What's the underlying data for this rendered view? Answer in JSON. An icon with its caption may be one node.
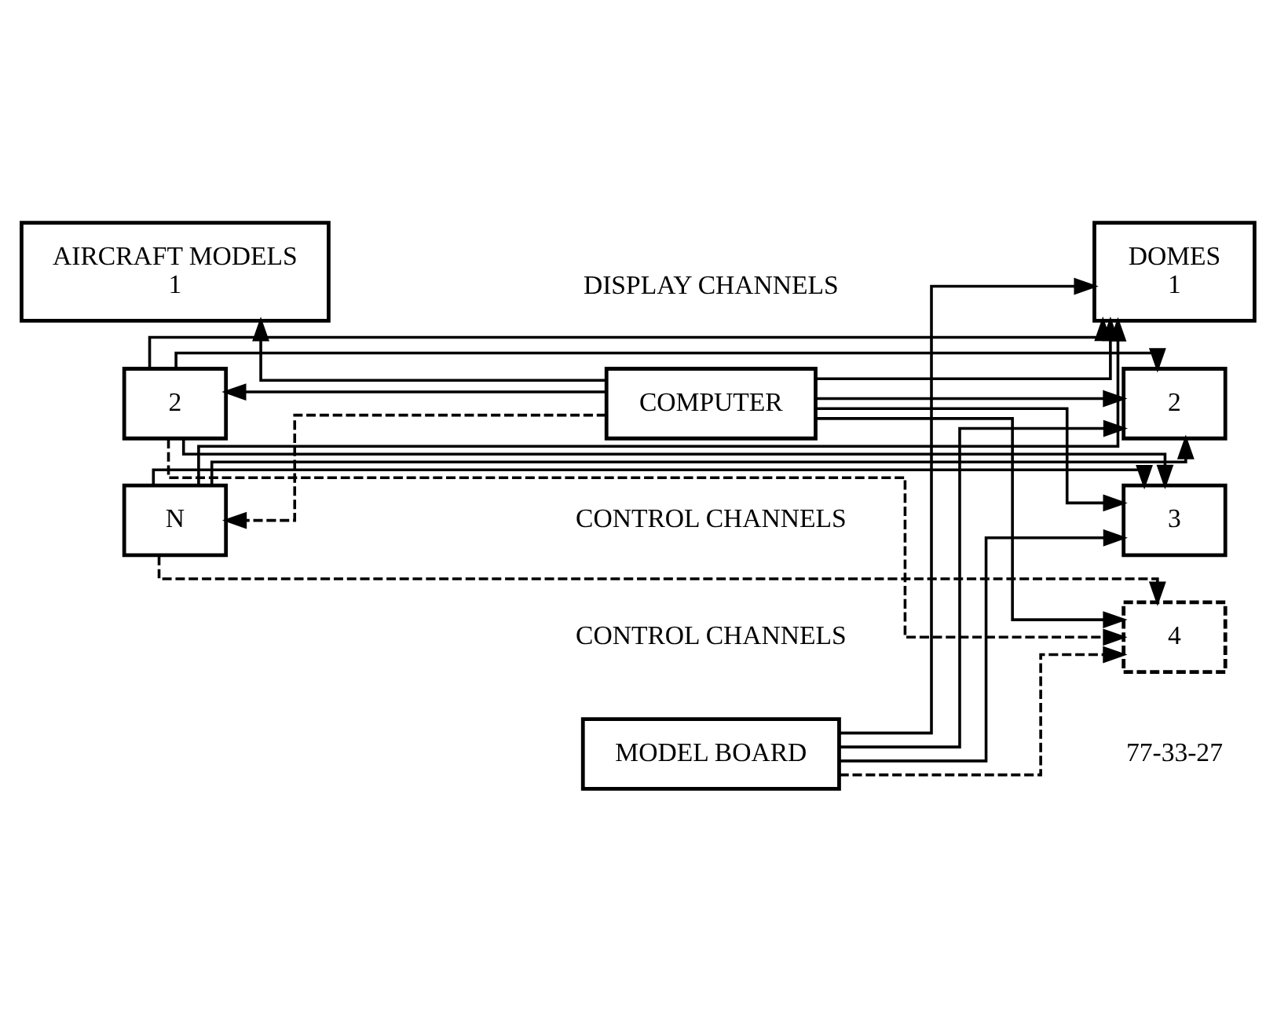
{
  "diagram": {
    "nodes": [
      {
        "text": [
          "AIRCRAFT MODELS",
          "1"
        ]
      },
      {
        "text": [
          "2"
        ]
      },
      {
        "text": [
          "N"
        ]
      },
      {
        "text": [
          "COMPUTER"
        ]
      },
      {
        "text": [
          "MODEL BOARD"
        ]
      },
      {
        "text": [
          "DOMES",
          "1"
        ]
      },
      {
        "text": [
          "2"
        ]
      },
      {
        "text": [
          "3"
        ]
      },
      {
        "text": [
          "4"
        ]
      }
    ],
    "edges": [
      {
        "from": 3,
        "to": 0,
        "arrow": "to"
      },
      {
        "from": 3,
        "to": 1,
        "arrow": "to"
      },
      {
        "from": 3,
        "to": 2,
        "arrow": "to",
        "style": "dashed"
      },
      {
        "from": 3,
        "to": 5,
        "arrow": "to"
      },
      {
        "from": 3,
        "to": 6,
        "arrow": "to"
      },
      {
        "from": 3,
        "to": 7,
        "arrow": "to"
      },
      {
        "from": 3,
        "to": 8,
        "arrow": "to"
      },
      {
        "from": 1,
        "to": 5,
        "arrow": "to"
      },
      {
        "from": 1,
        "to": 6,
        "arrow": "to"
      },
      {
        "from": 1,
        "to": 7,
        "arrow": "to"
      },
      {
        "from": 1,
        "to": 8,
        "arrow": "to",
        "style": "dashed"
      },
      {
        "from": 2,
        "to": 5,
        "arrow": "to"
      },
      {
        "from": 2,
        "to": 6,
        "arrow": "to"
      },
      {
        "from": 2,
        "to": 7,
        "arrow": "to"
      },
      {
        "from": 2,
        "to": 8,
        "arrow": "to",
        "style": "dashed"
      },
      {
        "from": 4,
        "to": 5,
        "arrow": "to"
      },
      {
        "from": 4,
        "to": 6,
        "arrow": "to"
      },
      {
        "from": 4,
        "to": 7,
        "arrow": "to"
      },
      {
        "from": 4,
        "to": 8,
        "arrow": "to",
        "style": "dashed"
      }
    ],
    "labels": [
      "DISPLAY CHANNELS",
      "CONTROL CHANNELS",
      "CONTROL CHANNELS",
      "77-33-27"
    ]
  }
}
